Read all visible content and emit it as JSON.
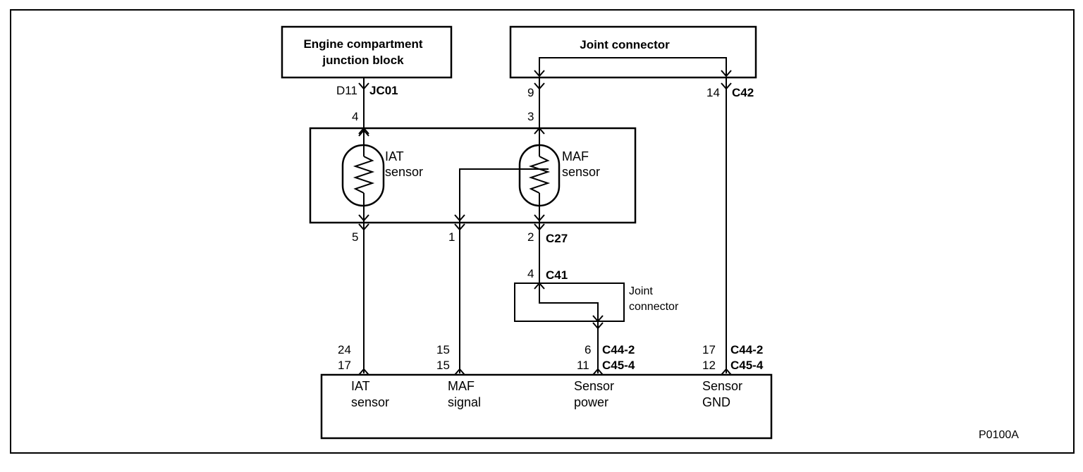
{
  "figure_id": "P0100A",
  "junction_block": {
    "line1": "Engine compartment",
    "line2": "junction block",
    "pin": "D11",
    "connector": "JC01"
  },
  "joint_connector_top": {
    "label": "Joint connector",
    "pin_left": "9",
    "pin_right": "14",
    "connector_right": "C42"
  },
  "sensor_housing": {
    "pin_iat_top": "4",
    "pin_maf_top": "3",
    "pin_iat_bottom": "5",
    "pin_signal_bottom": "1",
    "pin_maf_bottom": "2",
    "connector": "C27",
    "iat_sensor": {
      "line1": "IAT",
      "line2": "sensor"
    },
    "maf_sensor": {
      "line1": "MAF",
      "line2": "sensor"
    }
  },
  "joint_connector_mid": {
    "line1": "Joint",
    "line2": "connector",
    "pin_top": "4",
    "connector_top": "C41"
  },
  "ecm": {
    "iat_pins": [
      "24",
      "17"
    ],
    "maf_pins": [
      "15",
      "15"
    ],
    "power_pins": [
      "6",
      "11"
    ],
    "power_connectors": [
      "C44-2",
      "C45-4"
    ],
    "gnd_pins": [
      "17",
      "12"
    ],
    "gnd_connectors": [
      "C44-2",
      "C45-4"
    ],
    "iat": {
      "line1": "IAT",
      "line2": "sensor"
    },
    "maf": {
      "line1": "MAF",
      "line2": "signal"
    },
    "power": {
      "line1": "Sensor",
      "line2": "power"
    },
    "gnd": {
      "line1": "Sensor",
      "line2": "GND"
    }
  }
}
